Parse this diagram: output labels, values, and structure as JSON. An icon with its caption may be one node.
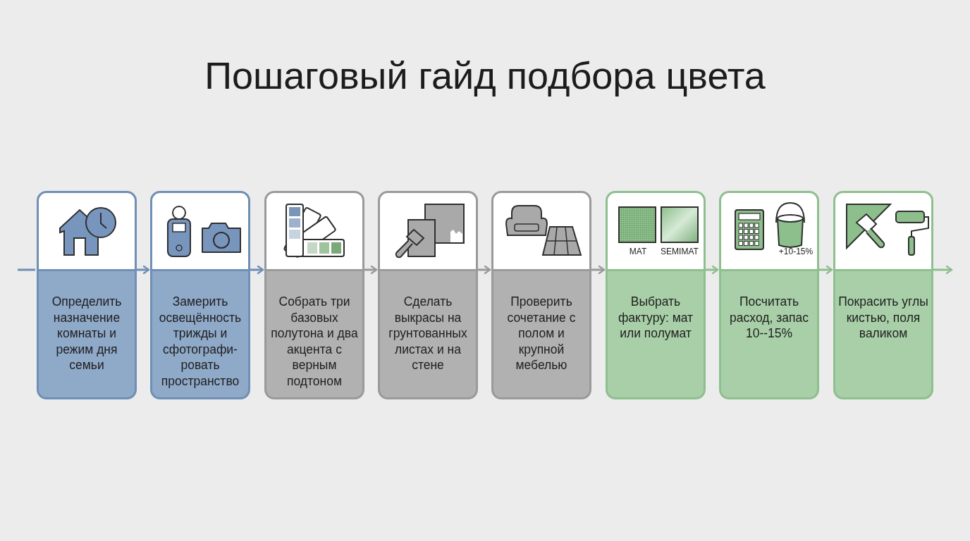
{
  "diagram": {
    "title": "Пошаговый гайд подбора цвета",
    "nodes": [
      {
        "text": [
          "Определить назначение комнаты и режим дня семьи"
        ]
      },
      {
        "text": [
          "Замерить освещённость трижды и сфотографи- ровать пространство"
        ]
      },
      {
        "text": [
          "Собрать три базовых полутона и два акцента с верным подтоном"
        ]
      },
      {
        "text": [
          "Сделать выкрасы на грунтованных листах и на стене"
        ]
      },
      {
        "text": [
          "Проверить сочетание с полом и крупной мебелью"
        ]
      },
      {
        "text": [
          "MAT",
          "SEMIMAT",
          "Выбрать фактуру: мат или полумат"
        ]
      },
      {
        "text": [
          "+10-15%",
          "Посчитать расход, запас 10--15%"
        ]
      },
      {
        "text": [
          "Покрасить углы кистью, поля валиком"
        ]
      }
    ],
    "edges": [
      {
        "from": null,
        "to": 0,
        "arrow": "none",
        "color": "#6f8fb5"
      },
      {
        "from": 0,
        "to": 1,
        "arrow": "to",
        "color": "#6f8fb5"
      },
      {
        "from": 1,
        "to": 2,
        "arrow": "to",
        "color": "#6f8fb5"
      },
      {
        "from": 2,
        "to": 3,
        "arrow": "to"
      },
      {
        "from": 3,
        "to": 4,
        "arrow": "to"
      },
      {
        "from": 4,
        "to": 5,
        "arrow": "to"
      },
      {
        "from": 5,
        "to": 6,
        "arrow": "to",
        "color": "#8fbf8f"
      },
      {
        "from": 6,
        "to": 7,
        "arrow": "to",
        "color": "#8fbf8f"
      },
      {
        "from": 7,
        "to": null,
        "arrow": "to",
        "color": "#8fbf8f"
      }
    ]
  }
}
